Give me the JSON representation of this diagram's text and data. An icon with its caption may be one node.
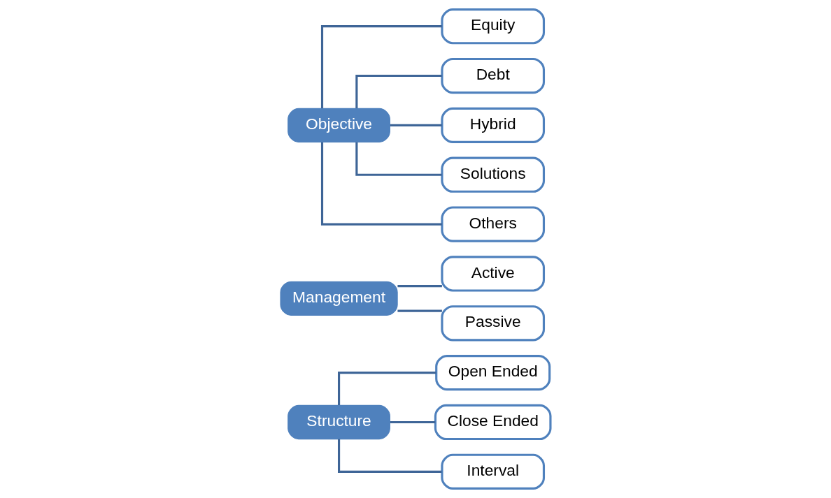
{
  "diagram": {
    "nodes": [
      {
        "text": [
          "Structure"
        ]
      },
      {
        "text": [
          "Open Ended"
        ]
      },
      {
        "text": [
          "Close Ended"
        ]
      },
      {
        "text": [
          "Interval"
        ]
      },
      {
        "text": [
          "Management"
        ]
      },
      {
        "text": [
          "Active"
        ]
      },
      {
        "text": [
          "Passive"
        ]
      },
      {
        "text": [
          "Objective"
        ]
      },
      {
        "text": [
          "Equity"
        ]
      },
      {
        "text": [
          "Debt"
        ]
      },
      {
        "text": [
          "Hybrid"
        ]
      },
      {
        "text": [
          "Solutions"
        ]
      },
      {
        "text": [
          "Others"
        ]
      }
    ],
    "edges": [
      {
        "from": 0,
        "to": 1,
        "arrow": "none"
      },
      {
        "from": 0,
        "to": 2,
        "arrow": "none"
      },
      {
        "from": 0,
        "to": 3,
        "arrow": "none"
      },
      {
        "from": 4,
        "to": 5,
        "arrow": "none"
      },
      {
        "from": 4,
        "to": 6,
        "arrow": "none"
      },
      {
        "from": 7,
        "to": 8,
        "arrow": "none"
      },
      {
        "from": 7,
        "to": 9,
        "arrow": "none"
      },
      {
        "from": 7,
        "to": 10,
        "arrow": "none"
      },
      {
        "from": 7,
        "to": 11,
        "arrow": "none"
      },
      {
        "from": 7,
        "to": 12,
        "arrow": "none"
      }
    ]
  }
}
